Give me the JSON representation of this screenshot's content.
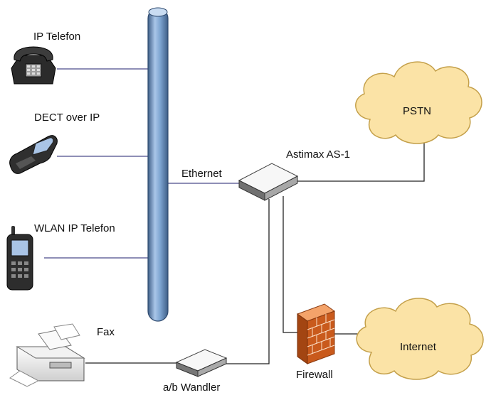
{
  "labels": {
    "ip_phone": "IP Telefon",
    "dect": "DECT over IP",
    "wlan": "WLAN IP Telefon",
    "fax": "Fax",
    "ab": "a/b Wandler",
    "ethernet": "Ethernet",
    "astimax": "Astimax AS-1",
    "pstn": "PSTN",
    "internet": "Internet",
    "firewall": "Firewall"
  },
  "colors": {
    "backbone": "#7fa6d2",
    "backbone_dark": "#3f5f88",
    "link": "#4a4a8a",
    "cloud_fill": "#fbe3a6",
    "cloud_stroke": "#c4a04a",
    "firewall": "#e07830"
  },
  "icons": [
    "desk-phone-icon",
    "dect-phone-icon",
    "wlan-phone-icon",
    "fax-icon",
    "ab-adapter-icon",
    "router-icon",
    "firewall-icon",
    "pstn-cloud-icon",
    "internet-cloud-icon"
  ]
}
